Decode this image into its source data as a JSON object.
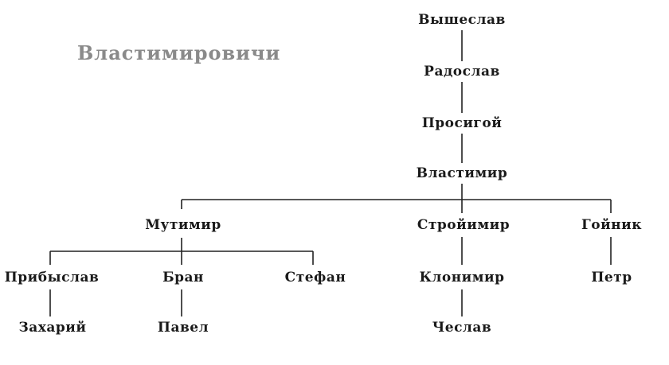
{
  "title": "Властимировичи",
  "people": {
    "vysheslav": "Вышеслав",
    "radoslav": "Радослав",
    "prosigoy": "Просигой",
    "vlastimir": "Властимир",
    "mutimir": "Мутимир",
    "stroymir": "Стройимир",
    "goynik": "Гойник",
    "pribyslav": "Прибыслав",
    "bran": "Бран",
    "stefan": "Стефан",
    "klonimir": "Клонимир",
    "petr": "Петр",
    "zahariy": "Захарий",
    "pavel": "Павел",
    "cheslav": "Чеслав"
  }
}
